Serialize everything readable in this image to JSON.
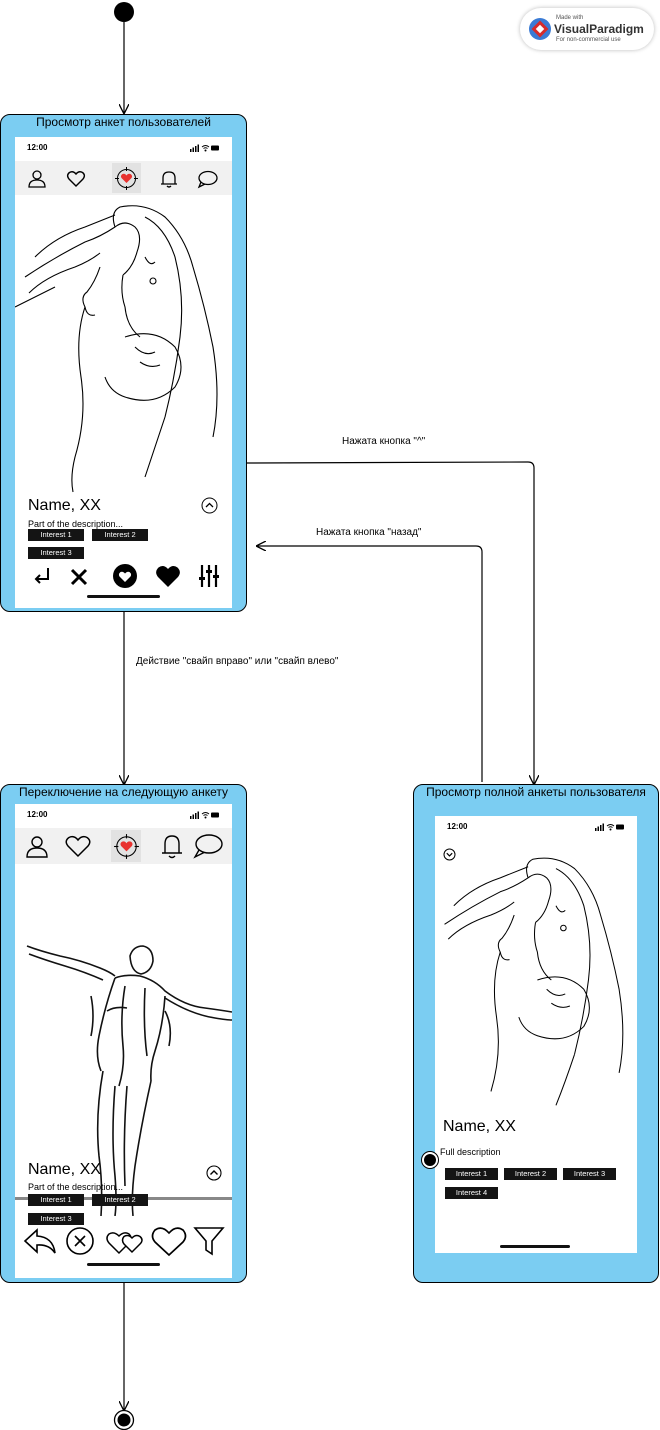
{
  "watermark": {
    "small": "Made with",
    "brand": "VisualParadigm",
    "sub": "For non-commercial use"
  },
  "states": {
    "browse": {
      "title": "Просмотр анкет пользователей",
      "time": "12:00",
      "name": "Name, XX",
      "description": "Part of the description...",
      "interests": [
        "Interest 1",
        "Interest 2",
        "Interest 3"
      ],
      "nav_icons": [
        "user-icon",
        "heart-icon",
        "target-heart-icon",
        "bell-icon",
        "chat-icon"
      ],
      "action_icons": [
        "return-icon",
        "close-icon",
        "heart-circle-icon",
        "heart-icon",
        "sliders-icon"
      ]
    },
    "next": {
      "title": "Переключение на следующую анкету",
      "time": "12:00",
      "name": "Name, XX",
      "description": "Part of the description...",
      "interests": [
        "Interest 1",
        "Interest 2",
        "Interest 3"
      ],
      "nav_icons": [
        "user-icon",
        "heart-icon",
        "target-heart-icon",
        "bell-icon",
        "chat-icon"
      ],
      "action_icons": [
        "back-arrow-icon",
        "close-circle-icon",
        "double-heart-icon",
        "heart-icon",
        "filter-icon"
      ]
    },
    "full": {
      "title": "Просмотр полной анкеты пользователя",
      "time": "12:00",
      "name": "Name, XX",
      "description": "Full description",
      "interests": [
        "Interest 1",
        "Interest 2",
        "Interest 3",
        "Interest 4"
      ]
    }
  },
  "transitions": {
    "expand": "Нажата кнопка \"^\"",
    "back": "Нажата кнопка \"назад\"",
    "swipe": "Действие \"свайп вправо\" или \"свайп влево\""
  },
  "colors": {
    "state_fill": "#7bcdf2",
    "chip": "#141414",
    "accent_heart": "#e8322f"
  }
}
